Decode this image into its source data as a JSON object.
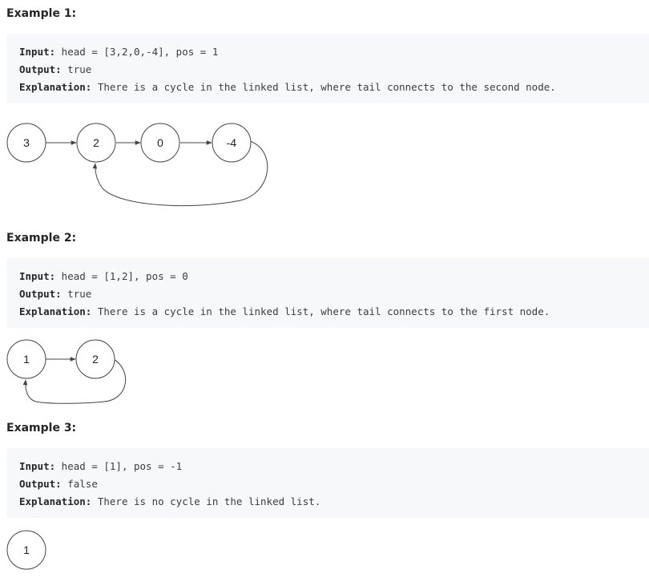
{
  "examples": [
    {
      "title": "Example 1:",
      "input_label": "Input:",
      "input_value": " head = [3,2,0,-4], pos = 1",
      "output_label": "Output:",
      "output_value": " true",
      "explanation_label": "Explanation:",
      "explanation_value": " There is a cycle in the linked list, where tail connects to the second node.",
      "nodes": [
        "3",
        "2",
        "0",
        "-4"
      ],
      "cycle_target": 1
    },
    {
      "title": "Example 2:",
      "input_label": "Input:",
      "input_value": " head = [1,2], pos = 0",
      "output_label": "Output:",
      "output_value": " true",
      "explanation_label": "Explanation:",
      "explanation_value": " There is a cycle in the linked list, where tail connects to the first node.",
      "nodes": [
        "1",
        "2"
      ],
      "cycle_target": 0
    },
    {
      "title": "Example 3:",
      "input_label": "Input:",
      "input_value": " head = [1], pos = -1",
      "output_label": "Output:",
      "output_value": " false",
      "explanation_label": "Explanation:",
      "explanation_value": " There is no cycle in the linked list.",
      "nodes": [
        "1"
      ],
      "cycle_target": -1
    }
  ],
  "colors": {
    "code_background": "#f7f8fa",
    "text": "#262626",
    "stroke": "#444444"
  }
}
